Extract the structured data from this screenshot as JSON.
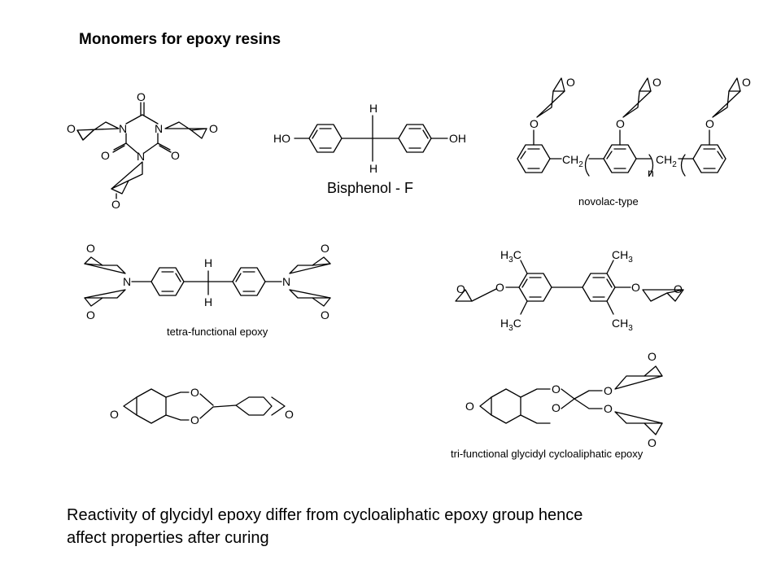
{
  "title": "Monomers for epoxy resins",
  "labels": {
    "bisphenol_f": "Bisphenol - F",
    "novolac": "novolac-type",
    "tetra": "tetra-functional epoxy",
    "tri": "tri-functional glycidyl cycloaliphatic epoxy"
  },
  "atoms": {
    "O": "O",
    "N": "N",
    "H": "H",
    "HO": "HO",
    "OH": "OH",
    "CH2": "CH",
    "sub2": "2",
    "n": "n",
    "H3C_H": "H",
    "H3C_3": "3",
    "H3C_C": "C",
    "CH3_C": "CH",
    "CH3_3": "3"
  },
  "caption": [
    "Reactivity of glycidyl epoxy differ from cycloaliphatic epoxy group hence",
    "affect properties after curing"
  ]
}
